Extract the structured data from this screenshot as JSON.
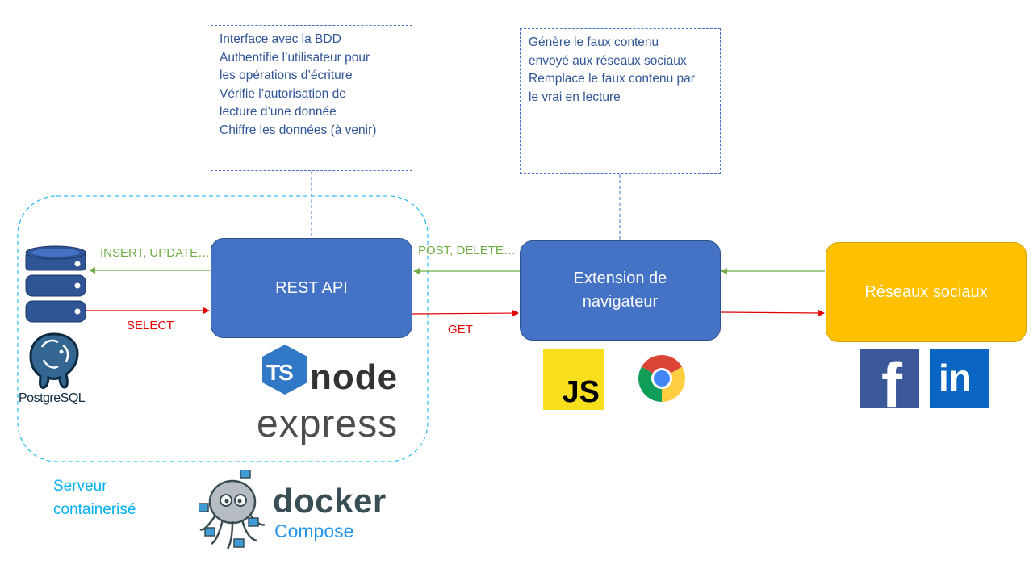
{
  "notes": {
    "api": [
      "Interface avec la BDD",
      "Authentifie l’utilisateur pour",
      "les opérations d’écriture",
      "Vérifie l’autorisation de",
      "lecture d’une donnée",
      "Chiffre les données (à venir)"
    ],
    "extension": [
      "Génère le faux contenu",
      "envoyé aux réseaux sociaux",
      "Remplace le faux contenu par",
      "le vrai en lecture"
    ]
  },
  "nodes": {
    "api": "REST API",
    "extension_line1": "Extension de",
    "extension_line2": "navigateur",
    "social": "Réseaux sociaux"
  },
  "edges": {
    "insert_update": "INSERT, UPDATE…",
    "select": "SELECT",
    "post_delete": "POST, DELETE…",
    "get": "GET"
  },
  "server_label": [
    "Serveur",
    "containerisé"
  ],
  "logos": {
    "postgres": "PostgreSQL",
    "ts_node": "node",
    "ts_badge": "TS",
    "express": "express",
    "docker": "docker",
    "compose": "Compose",
    "js": "JS",
    "facebook": "f",
    "linkedin": "in"
  },
  "colors": {
    "node_blue": "#4472C4",
    "node_yellow": "#FFC000",
    "arrow_green": "#70AD47",
    "arrow_red": "#E00000",
    "server_border": "#00B0F0"
  },
  "icons": [
    "database-icon",
    "postgresql-elephant-icon",
    "ts-node-logo-icon",
    "docker-whale-icon",
    "javascript-logo-icon",
    "chrome-logo-icon",
    "facebook-logo-icon",
    "linkedin-logo-icon"
  ]
}
